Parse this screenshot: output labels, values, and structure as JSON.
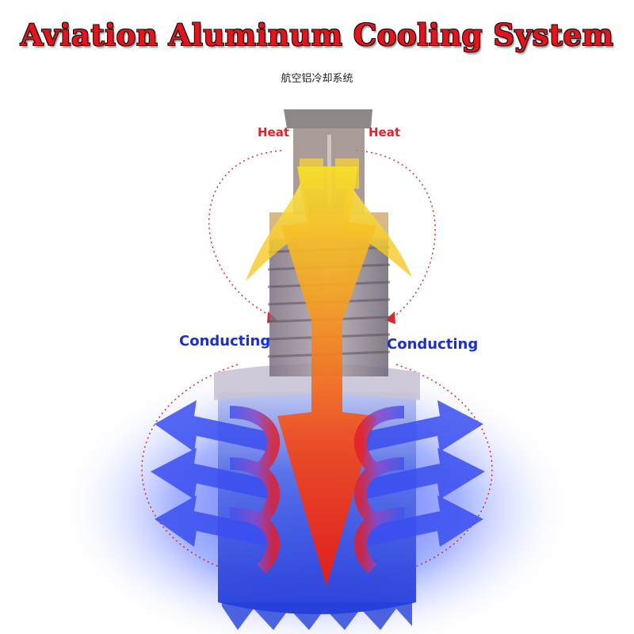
{
  "title": "Aviation Aluminum Cooling System",
  "subtitle": "航空铝冷却系统",
  "labels": {
    "heat_left": "Heat",
    "heat_right": "Heat",
    "conducting_left": "Conducting",
    "conducting_right": "Conducting"
  },
  "colors": {
    "title": "#e5141c",
    "heat": "#e8202a",
    "conducting": "#1a2fd0",
    "cool_blue": "#3a4ef0",
    "warm_yellow": "#f4d21a",
    "hot_red": "#f02a12"
  },
  "icons": [
    "led-bulb-body",
    "heat-down-arrow",
    "cooling-arrow",
    "dotted-flow-loop"
  ]
}
